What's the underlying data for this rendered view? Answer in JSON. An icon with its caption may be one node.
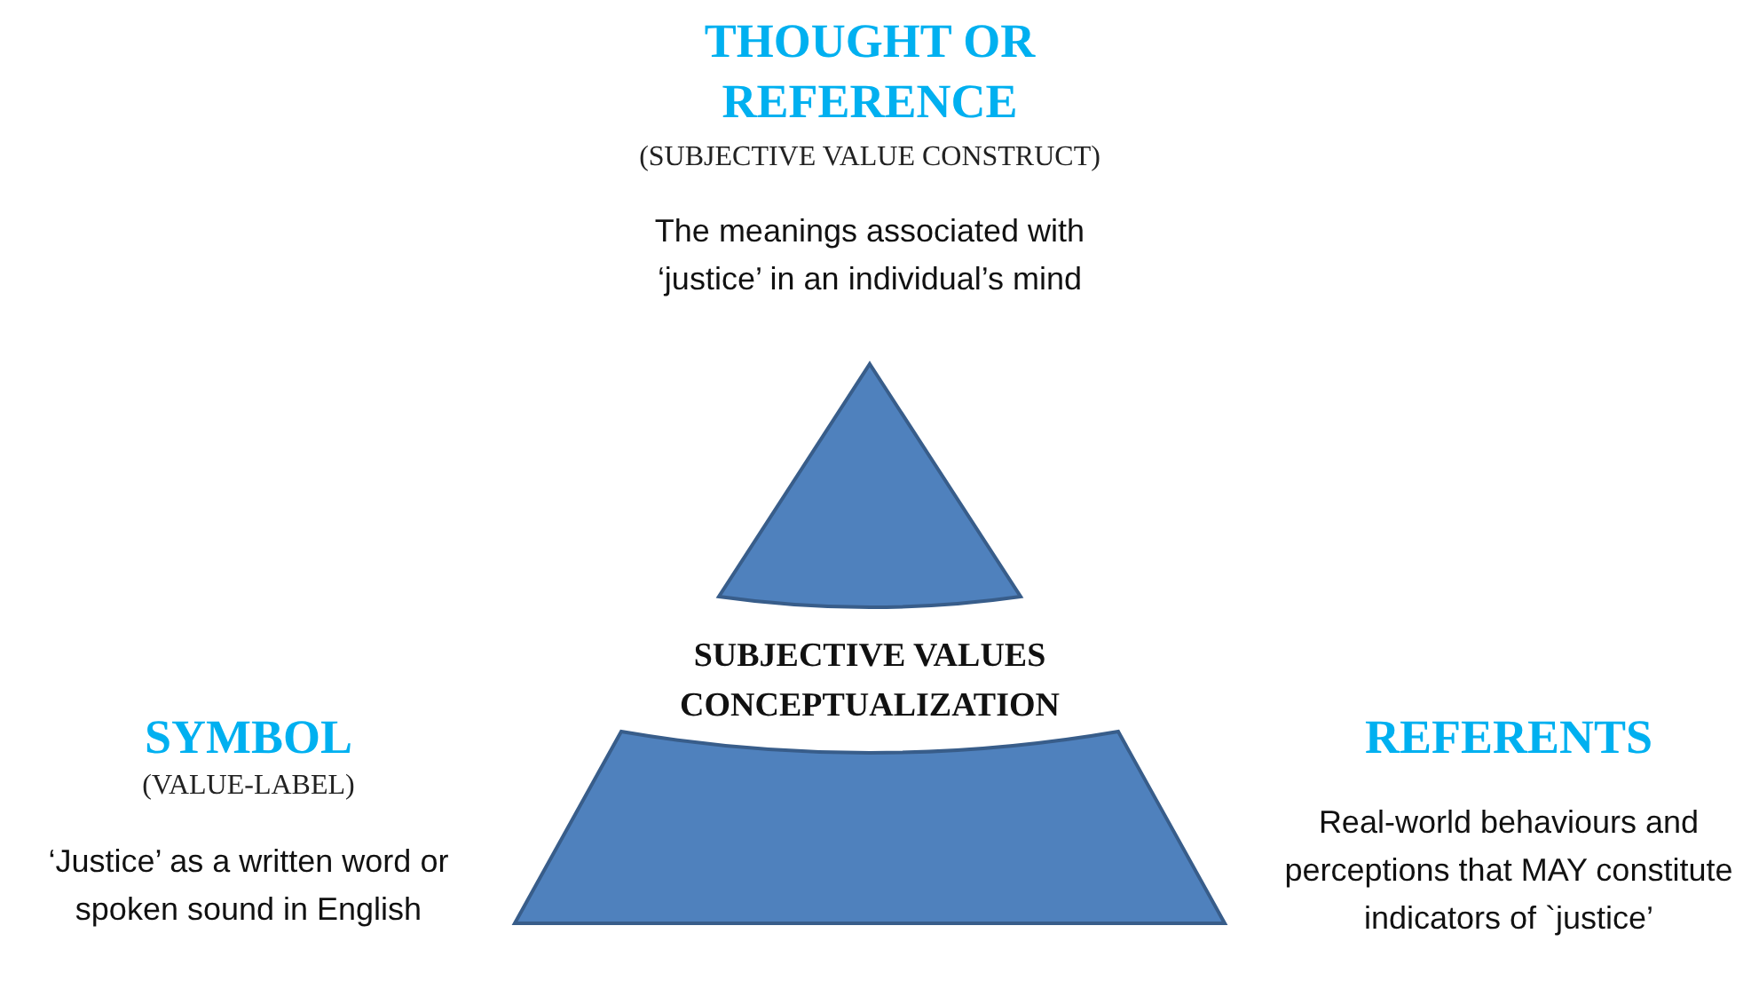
{
  "diagram": {
    "nodes": [
      {
        "text": [],
        "shape": "triangle"
      },
      {
        "text": [],
        "shape": "trapezoid"
      }
    ],
    "labels": [
      "THOUGHT OR REFERENCE",
      "(SUBJECTIVE VALUE CONSTRUCT)",
      "The meanings associated with ‘justice’ in an individual’s mind",
      "SUBJECTIVE VALUES CONCEPTUALIZATION",
      "SYMBOL",
      "REFERENTS",
      "(VALUE-LABEL)",
      "‘Justice’ as a written word or spoken sound in English",
      "Real-world behaviours and perceptions that MAY constitute indicators of `justice’"
    ]
  }
}
